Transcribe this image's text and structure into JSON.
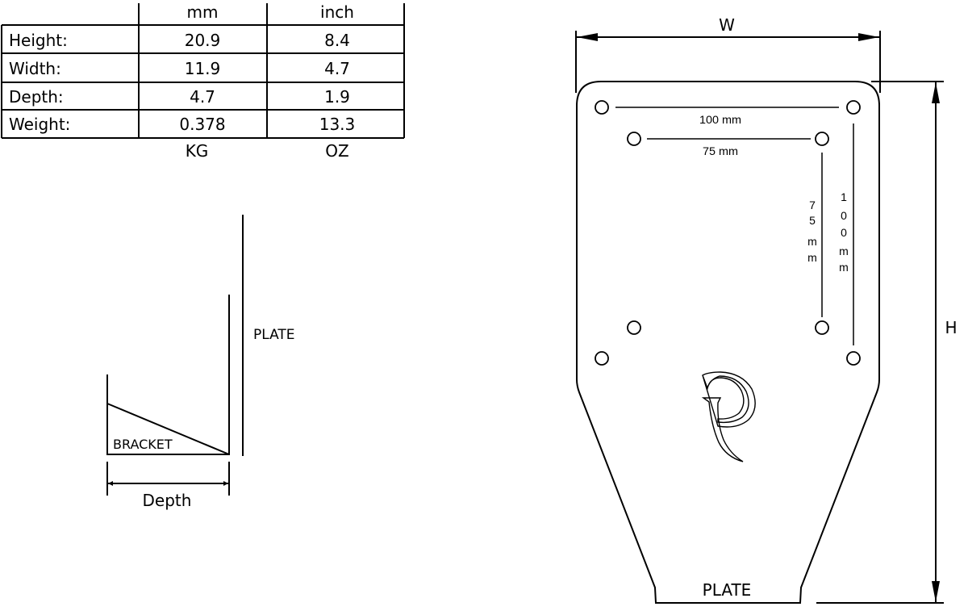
{
  "spec_table": {
    "columns": [
      "",
      "mm",
      "inch"
    ],
    "rows": [
      {
        "label": "Height:",
        "metric": "20.9",
        "imperial": "8.4"
      },
      {
        "label": "Width:",
        "metric": "11.9",
        "imperial": "4.7"
      },
      {
        "label": "Depth:",
        "metric": "4.7",
        "imperial": "1.9"
      },
      {
        "label": "Weight:",
        "metric": "0.378",
        "imperial": "13.3"
      }
    ],
    "footer_units": [
      "KG",
      "OZ"
    ]
  },
  "side_view": {
    "plate_label": "PLATE",
    "bracket_label": "BRACKET",
    "depth_label": "Depth"
  },
  "front_view": {
    "width_label": "W",
    "height_label": "H",
    "plate_label": "PLATE",
    "hole_pattern_outer_h": "100 mm",
    "hole_pattern_inner_h": "75 mm",
    "hole_pattern_inner_v": [
      "7",
      "5",
      "m",
      "m"
    ],
    "hole_pattern_outer_v": [
      "1",
      "0",
      "0",
      "m",
      "m"
    ],
    "logo": "P"
  }
}
